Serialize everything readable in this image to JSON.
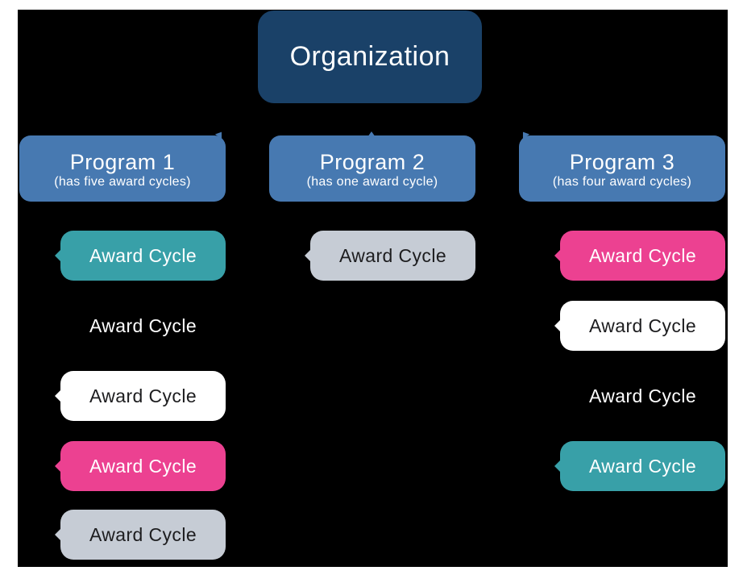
{
  "page": {
    "background": "#ffffff"
  },
  "canvas": {
    "background": "#000000"
  },
  "organization": {
    "label": "Organization",
    "color": "#1a4168",
    "text_color": "#ffffff"
  },
  "programs": [
    {
      "title": "Program 1",
      "subtitle": "(has five award cycles)",
      "color": "#4779b1",
      "text_color": "#ffffff",
      "tail_direction": "top-right"
    },
    {
      "title": "Program 2",
      "subtitle": "(has one award cycle)",
      "color": "#4779b1",
      "text_color": "#ffffff",
      "tail_direction": "top-center"
    },
    {
      "title": "Program 3",
      "subtitle": "(has four award cycles)",
      "color": "#4779b1",
      "text_color": "#ffffff",
      "tail_direction": "top-left"
    }
  ],
  "variant_colors": {
    "teal": {
      "bg": "#38a0a8",
      "text": "#ffffff"
    },
    "pink": {
      "bg": "#ec4191",
      "text": "#ffffff"
    },
    "white": {
      "bg": "#ffffff",
      "text": "#1d1d1f"
    },
    "gray": {
      "bg": "#c6ccd5",
      "text": "#1d1d1f"
    },
    "black": {
      "bg": "#000000",
      "text": "#ffffff"
    }
  },
  "columns": [
    {
      "cycles": [
        {
          "label": "Award Cycle",
          "variant": "teal"
        },
        {
          "label": "Award Cycle",
          "variant": "black"
        },
        {
          "label": "Award Cycle",
          "variant": "white"
        },
        {
          "label": "Award Cycle",
          "variant": "pink"
        },
        {
          "label": "Award Cycle",
          "variant": "gray"
        }
      ]
    },
    {
      "cycles": [
        {
          "label": "Award Cycle",
          "variant": "gray"
        }
      ]
    },
    {
      "cycles": [
        {
          "label": "Award Cycle",
          "variant": "pink"
        },
        {
          "label": "Award Cycle",
          "variant": "white"
        },
        {
          "label": "Award Cycle",
          "variant": "black"
        },
        {
          "label": "Award Cycle",
          "variant": "teal"
        }
      ]
    }
  ]
}
